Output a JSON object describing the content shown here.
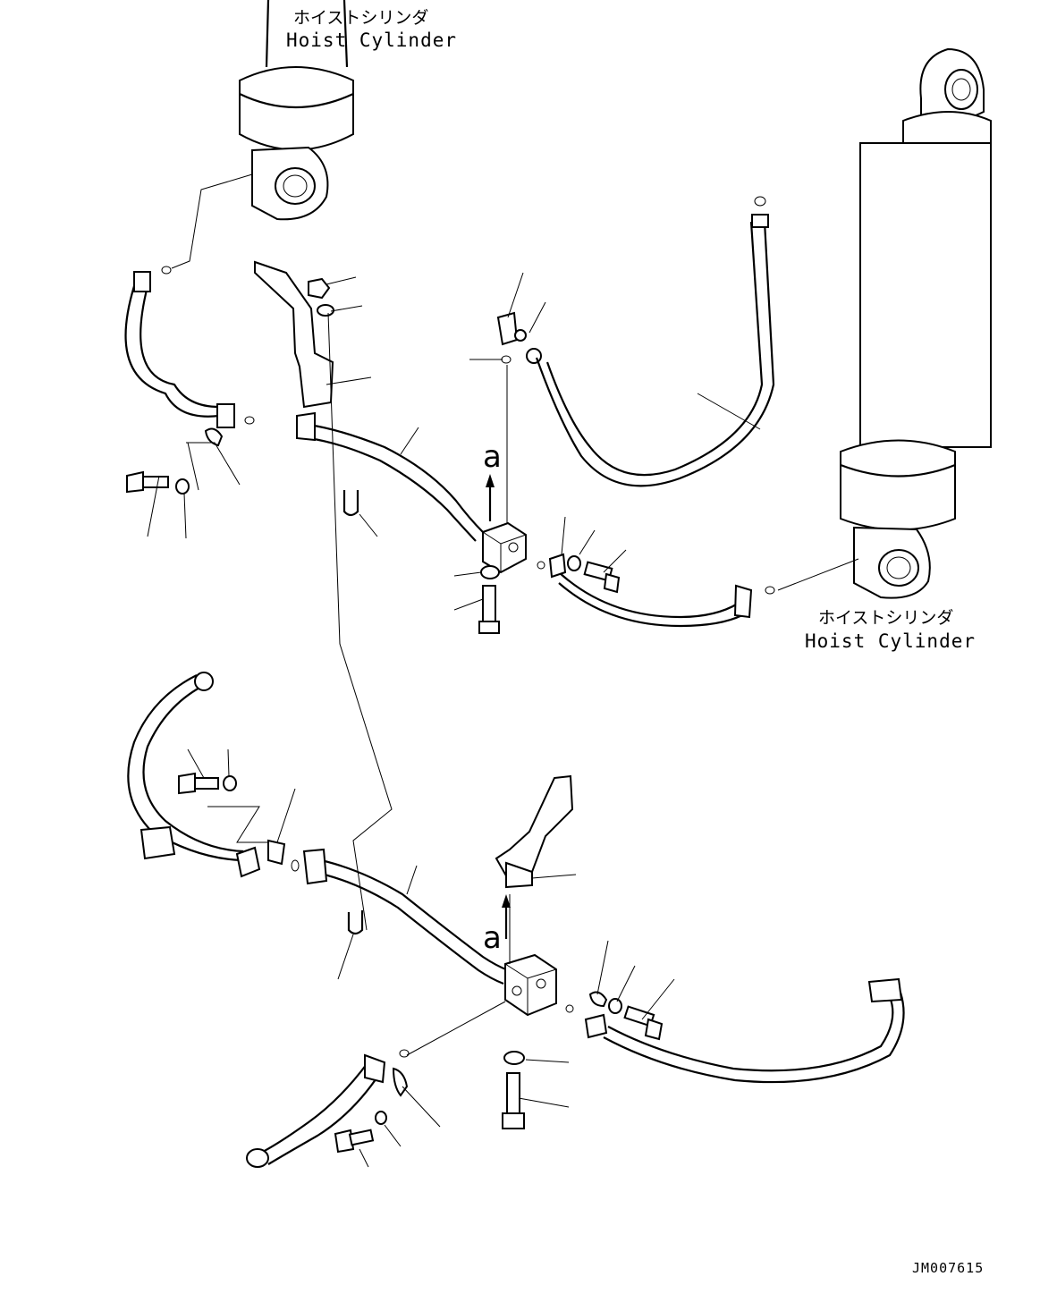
{
  "labels": {
    "top_jp": "ホイストシリンダ",
    "top_en": "Hoist Cylinder",
    "right_jp": "ホイストシリンダ",
    "right_en": "Hoist Cylinder",
    "ref_upper": "a",
    "ref_lower": "a",
    "drawing_code": "JM007615"
  }
}
